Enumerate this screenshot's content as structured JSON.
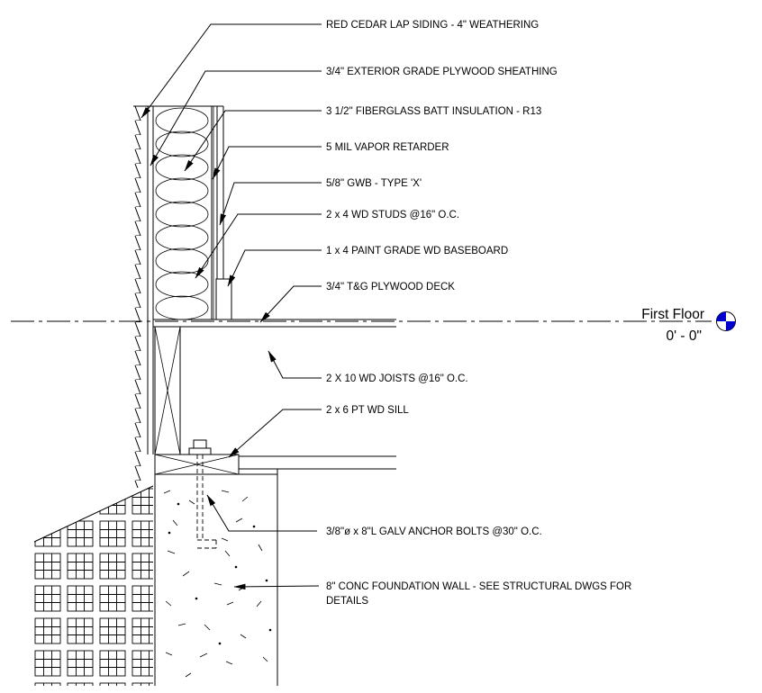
{
  "annotations": [
    "RED CEDAR LAP SIDING - 4\" WEATHERING",
    "3/4\" EXTERIOR GRADE PLYWOOD SHEATHING",
    "3 1/2\" FIBERGLASS BATT INSULATION - R13",
    "5 MIL VAPOR RETARDER",
    "5/8\" GWB - TYPE 'X'",
    "2 x 4 WD STUDS @16\" O.C.",
    "1 x 4 PAINT GRADE WD BASEBOARD",
    "3/4\" T&G PLYWOOD DECK",
    "2 X 10 WD JOISTS @16\" O.C.",
    "2 x 6 PT WD SILL",
    "3/8\"ø x 8\"L GALV ANCHOR BOLTS @30\" O.C.",
    "8\" CONC FOUNDATION WALL - SEE STRUCTURAL DWGS FOR",
    "DETAILS"
  ],
  "level": {
    "name": "First Floor",
    "elevation": "0' - 0\""
  },
  "colors": {
    "line": "#000000",
    "level_blue": "#0000cd",
    "background": "#ffffff"
  }
}
